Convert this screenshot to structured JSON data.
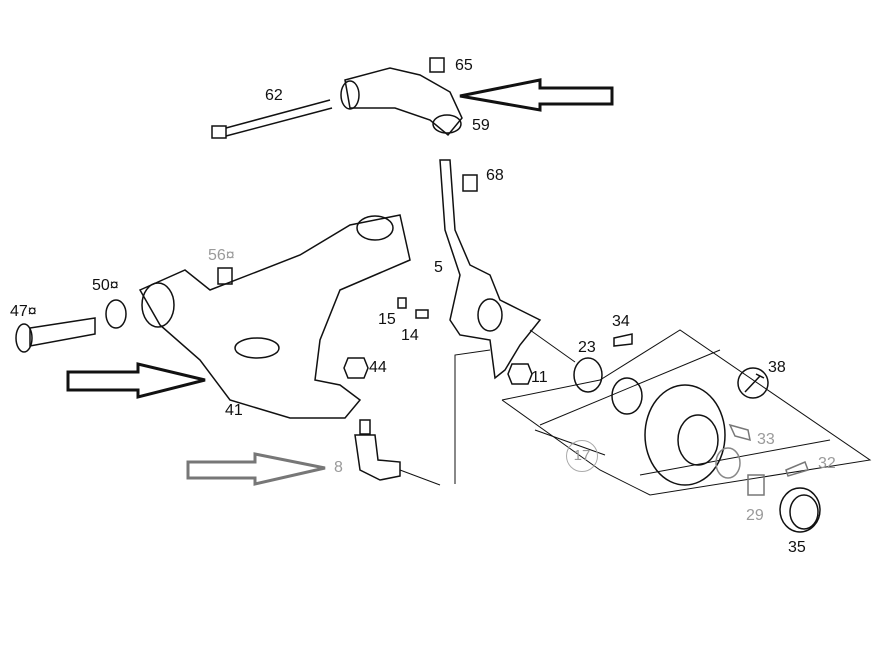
{
  "diagram": {
    "title": "Front suspension control arms and wheel hub exploded view",
    "part_labels": {
      "p62": "62",
      "p65": "65",
      "p59": "59",
      "p68": "68",
      "p5": "5",
      "p56": "56¤",
      "p50": "50¤",
      "p47": "47¤",
      "p15": "15",
      "p14": "14",
      "p44": "44",
      "p41": "41",
      "p8": "8",
      "p11": "11",
      "p34": "34",
      "p23": "23",
      "p38": "38",
      "p17": "17",
      "p33": "33",
      "p32": "32",
      "p29": "29",
      "p35": "35"
    },
    "colors": {
      "line": "#111111",
      "grey_label": "#9a9a9a"
    }
  }
}
